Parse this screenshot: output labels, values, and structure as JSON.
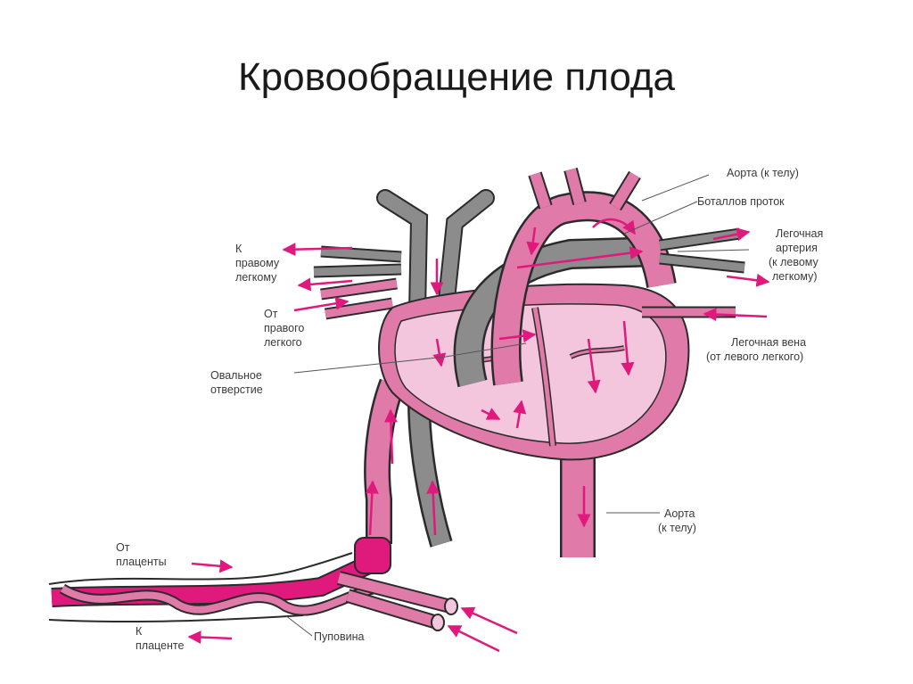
{
  "title": "Кровообращение плода",
  "colors": {
    "pink": "#e07aa8",
    "pink_light": "#f3c6dd",
    "magenta": "#e0197d",
    "gray": "#8c8c8c",
    "outline": "#2b2b2b"
  },
  "labels": {
    "aorta_top": "Аорта (к телу)",
    "ductus": "Боталлов проток",
    "pulm_artery_1": "Легочная",
    "pulm_artery_2": "артерия",
    "pulm_artery_3": "(к левому",
    "pulm_artery_4": "легкому)",
    "pulm_vein_1": "Легочная вена",
    "pulm_vein_2": "(от левого легкого)",
    "aorta_bottom_1": "Аорта",
    "aorta_bottom_2": "(к телу)",
    "to_right_lung_1": "К",
    "to_right_lung_2": "правому",
    "to_right_lung_3": "легкому",
    "from_right_lung_1": "От",
    "from_right_lung_2": "правого",
    "from_right_lung_3": "легкого",
    "foramen_1": "Овальное",
    "foramen_2": "отверстие",
    "from_placenta_1": "От",
    "from_placenta_2": "плаценты",
    "to_placenta_1": "К",
    "to_placenta_2": "плаценте",
    "umbilical": "Пуповина"
  }
}
